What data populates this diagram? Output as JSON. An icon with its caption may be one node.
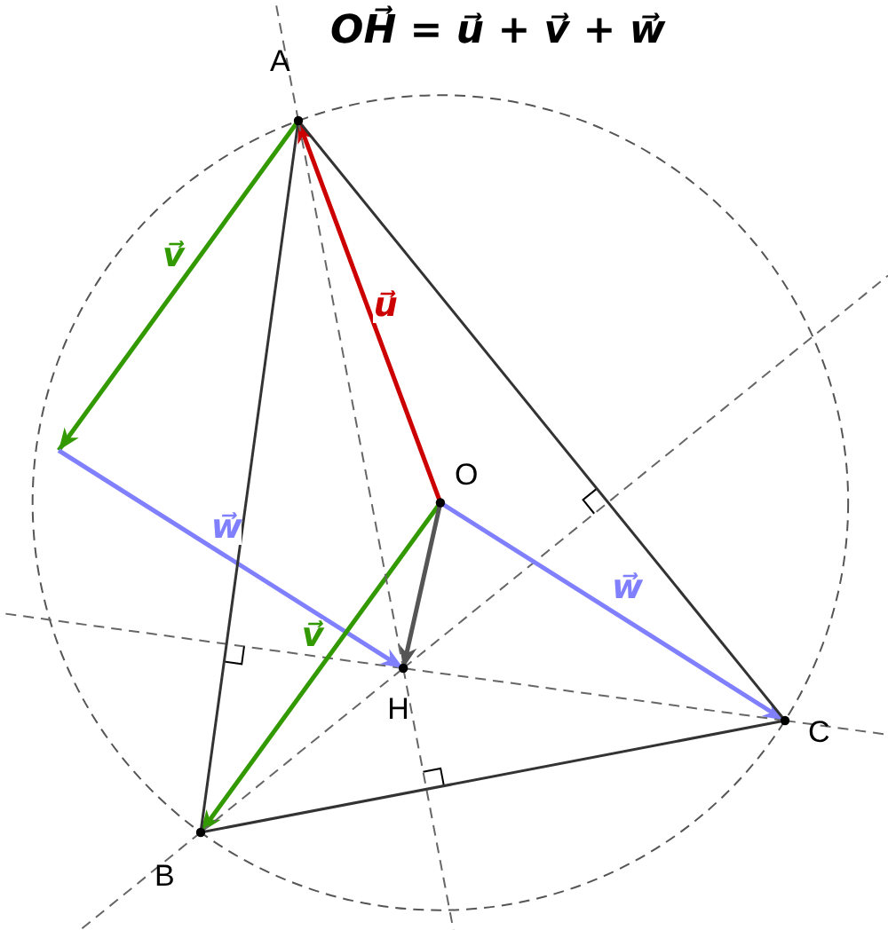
{
  "diagram": {
    "title": "OH⃗ = u⃗ + v⃗ + w⃗",
    "nodes": [
      {
        "text": [
          "A"
        ]
      },
      {
        "text": [
          "B"
        ]
      },
      {
        "text": [
          "C"
        ]
      },
      {
        "text": [
          "O"
        ]
      },
      {
        "text": [
          "H"
        ]
      }
    ],
    "edges": [
      {
        "from": 3,
        "to": 0,
        "arrow": "to",
        "label": "u⃗",
        "color": "#cc0000"
      },
      {
        "from": 0,
        "to": null,
        "arrow": "to",
        "label": "v⃗",
        "color": "#339900"
      },
      {
        "from": null,
        "to": 4,
        "arrow": "to",
        "label": "w⃗",
        "color": "#8080ff"
      },
      {
        "from": 3,
        "to": 1,
        "arrow": "to",
        "label": "v⃗",
        "color": "#339900"
      },
      {
        "from": 3,
        "to": 2,
        "arrow": "to",
        "label": "w⃗",
        "color": "#8080ff"
      },
      {
        "from": 3,
        "to": 4,
        "arrow": "to",
        "color": "#555555"
      },
      {
        "from": 0,
        "to": 1,
        "arrow": "none"
      },
      {
        "from": 1,
        "to": 2,
        "arrow": "none"
      },
      {
        "from": 2,
        "to": 0,
        "arrow": "none"
      },
      {
        "from": 0,
        "to": 4,
        "arrow": "none",
        "style": "dashed",
        "color": "#666666"
      },
      {
        "from": 1,
        "to": 4,
        "arrow": "none",
        "style": "dashed",
        "color": "#666666"
      },
      {
        "from": 2,
        "to": 4,
        "arrow": "none",
        "style": "dashed",
        "color": "#666666"
      }
    ]
  }
}
